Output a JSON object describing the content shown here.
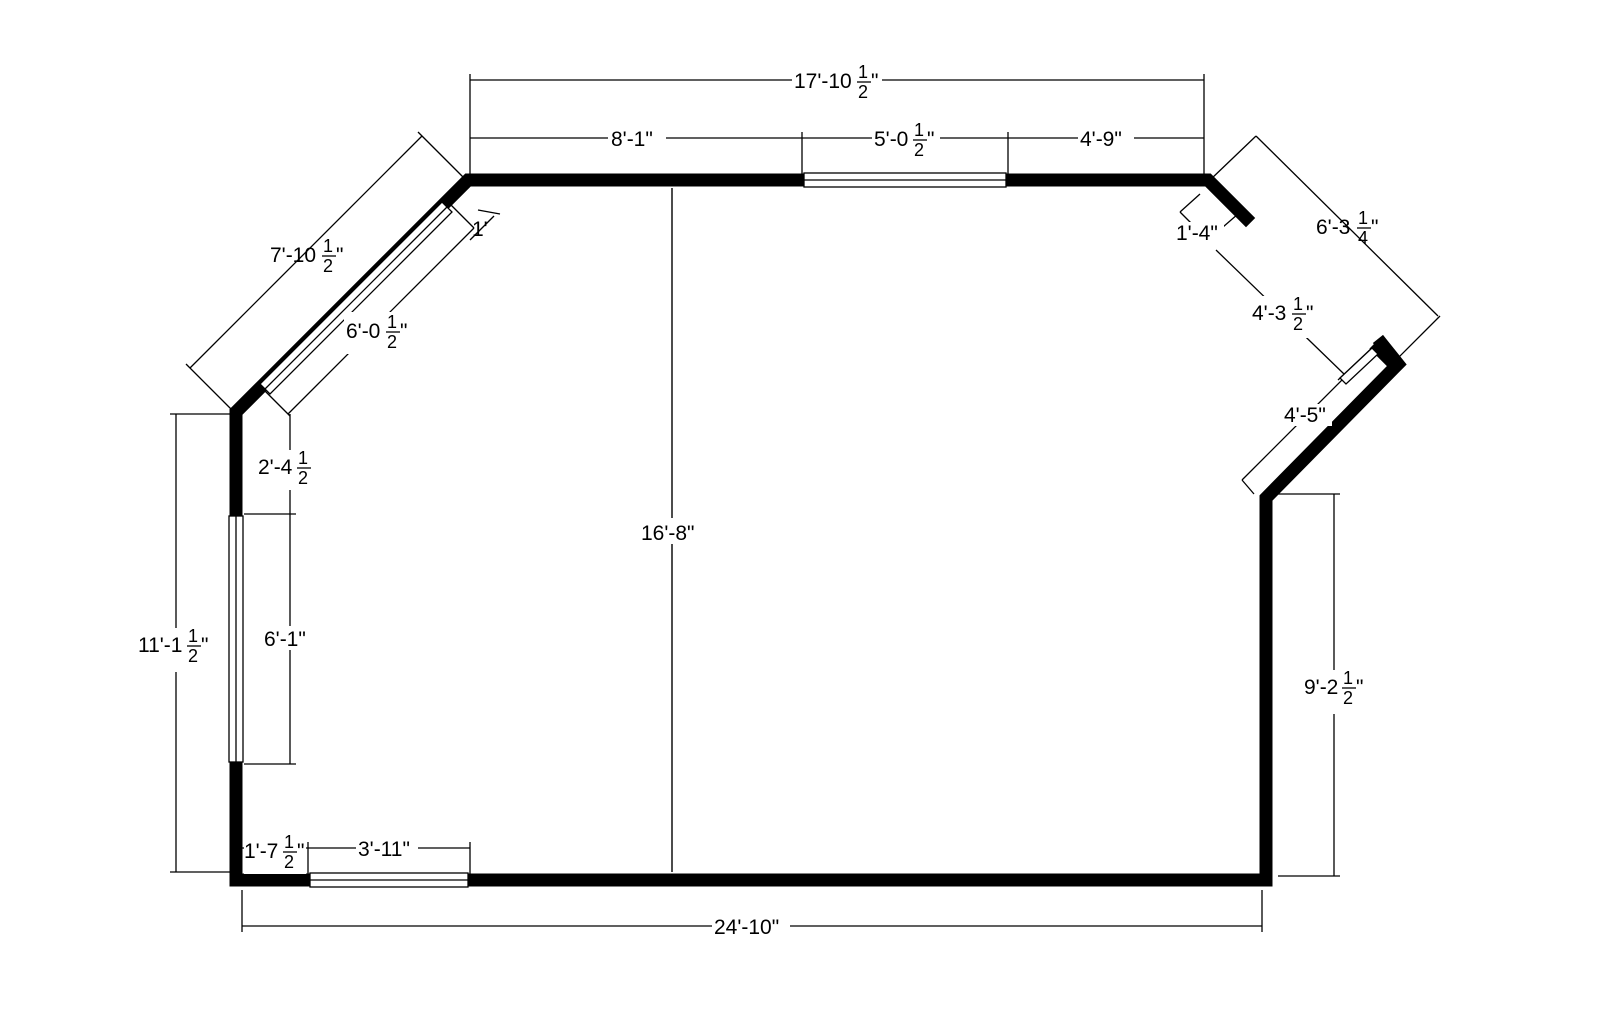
{
  "plan": {
    "dimensions": {
      "top_overall": {
        "whole": "17'-10",
        "num": "1",
        "den": "2",
        "suffix": "\""
      },
      "top_left": {
        "whole": "8'-1\"",
        "num": "",
        "den": "",
        "suffix": ""
      },
      "top_window": {
        "whole": "5'-0",
        "num": "1",
        "den": "2",
        "suffix": "\""
      },
      "top_right": {
        "whole": "4'-9\"",
        "num": "",
        "den": "",
        "suffix": ""
      },
      "diag_left_outer": {
        "whole": "7'-10",
        "num": "1",
        "den": "2",
        "suffix": "\""
      },
      "diag_left_inner": {
        "whole": "6'-0",
        "num": "1",
        "den": "2",
        "suffix": "\""
      },
      "diag_left_small": {
        "whole": "1'",
        "num": "",
        "den": "",
        "suffix": ""
      },
      "diag_right_outer": {
        "whole": "6'-3",
        "num": "1",
        "den": "4",
        "suffix": "\""
      },
      "diag_right_small": {
        "whole": "1'-4\"",
        "num": "",
        "den": "",
        "suffix": ""
      },
      "diag_right_mid": {
        "whole": "4'-3",
        "num": "1",
        "den": "2",
        "suffix": "\""
      },
      "diag_right_lower": {
        "whole": "4'-5\"",
        "num": "",
        "den": "",
        "suffix": ""
      },
      "left_overall": {
        "whole": "11'-1",
        "num": "1",
        "den": "2",
        "suffix": "\""
      },
      "left_top": {
        "whole": "2'-4",
        "num": "1",
        "den": "2",
        "suffix": ""
      },
      "left_window": {
        "whole": "6'-1\"",
        "num": "",
        "den": "",
        "suffix": ""
      },
      "center_height": {
        "whole": "16'-8\"",
        "num": "",
        "den": "",
        "suffix": ""
      },
      "right_height": {
        "whole": "9'-2",
        "num": "1",
        "den": "2",
        "suffix": "\""
      },
      "bottom_left_small": {
        "whole": "1'-7",
        "num": "1",
        "den": "2",
        "suffix": "\""
      },
      "bottom_window": {
        "whole": "3'-11\"",
        "num": "",
        "den": "",
        "suffix": ""
      },
      "bottom_overall": {
        "whole": "24'-10\"",
        "num": "",
        "den": "",
        "suffix": ""
      }
    }
  }
}
